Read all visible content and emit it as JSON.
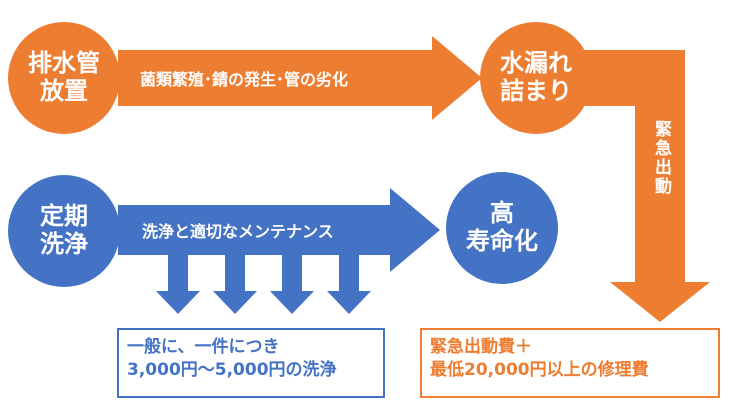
{
  "colors": {
    "orange": "#ED7D31",
    "blue": "#4472C4",
    "white": "#FFFFFF"
  },
  "top_flow": {
    "start_circle": {
      "line1": "排水管",
      "line2": "放置"
    },
    "arrow_label": "菌類繁殖･錆の発生･管の劣化",
    "end_circle": {
      "line1": "水漏れ",
      "line2": "詰まり"
    },
    "down_arrow_label": "緊急出動",
    "result_box": {
      "line1": "緊急出動費＋",
      "line2": "最低20,000円以上の修理費"
    }
  },
  "bottom_flow": {
    "start_circle": {
      "line1": "定期",
      "line2": "洗浄"
    },
    "arrow_label": "洗浄と適切なメンテナンス",
    "end_circle": {
      "line1": "高",
      "line2": "寿命化"
    },
    "result_box": {
      "line1": "一般に、一件につき",
      "line2": "3,000円～5,000円の洗浄"
    }
  }
}
